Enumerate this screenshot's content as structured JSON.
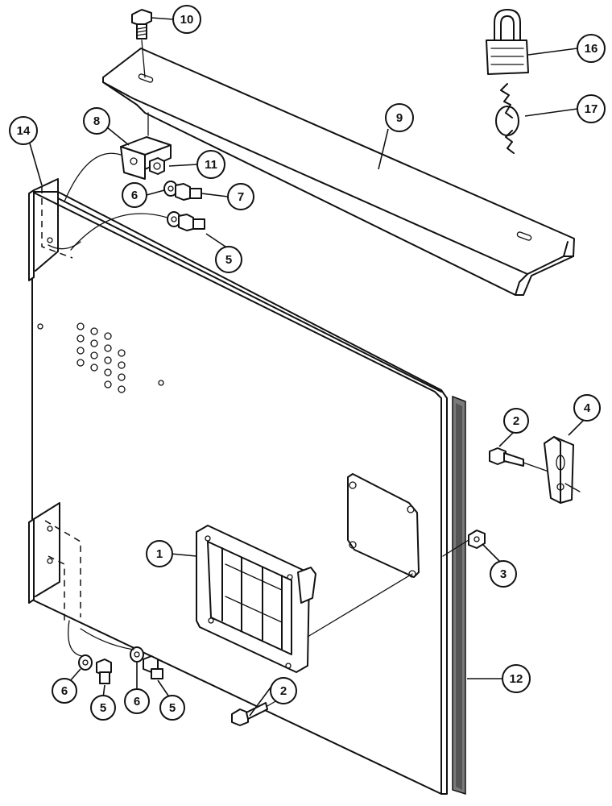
{
  "callouts": [
    {
      "id": "c10",
      "label": "10"
    },
    {
      "id": "c16",
      "label": "16"
    },
    {
      "id": "c8",
      "label": "8"
    },
    {
      "id": "c9",
      "label": "9"
    },
    {
      "id": "c17",
      "label": "17"
    },
    {
      "id": "c14",
      "label": "14"
    },
    {
      "id": "c11",
      "label": "11"
    },
    {
      "id": "c6a",
      "label": "6"
    },
    {
      "id": "c7",
      "label": "7"
    },
    {
      "id": "c5a",
      "label": "5"
    },
    {
      "id": "c2a",
      "label": "2"
    },
    {
      "id": "c4",
      "label": "4"
    },
    {
      "id": "c1",
      "label": "1"
    },
    {
      "id": "c3",
      "label": "3"
    },
    {
      "id": "c6b",
      "label": "6"
    },
    {
      "id": "c5b",
      "label": "5"
    },
    {
      "id": "c6c",
      "label": "6"
    },
    {
      "id": "c5c",
      "label": "5"
    },
    {
      "id": "c2b",
      "label": "2"
    },
    {
      "id": "c12",
      "label": "12"
    }
  ]
}
